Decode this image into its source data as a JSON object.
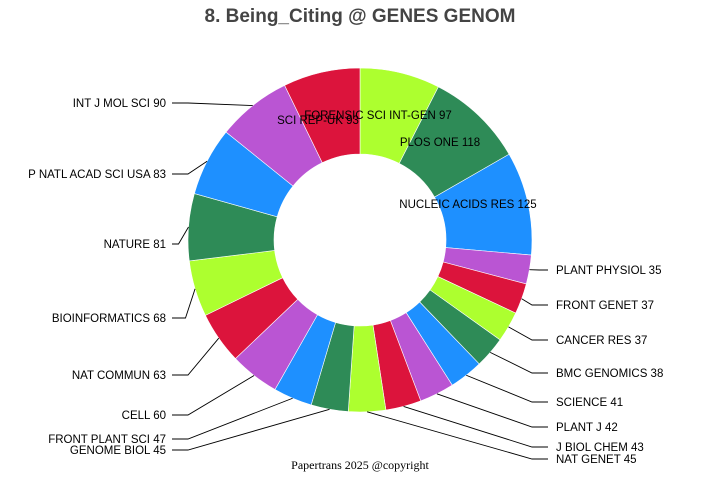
{
  "title": "8. Being_Citing @ GENES GENOM",
  "footer": "Papertrans 2025 @copyright",
  "chart_data": {
    "type": "pie",
    "variant": "donut",
    "start": "top, clockwise",
    "series": [
      {
        "label": "FORENSIC SCI INT-GEN 97",
        "value": 97,
        "color": "#adff2f"
      },
      {
        "label": "PLOS ONE 118",
        "value": 118,
        "color": "#2e8b57"
      },
      {
        "label": "NUCLEIC ACIDS RES 125",
        "value": 125,
        "color": "#1e90ff"
      },
      {
        "label": "PLANT PHYSIOL 35",
        "value": 35,
        "color": "#ba55d3"
      },
      {
        "label": "FRONT GENET 37",
        "value": 37,
        "color": "#dc143c"
      },
      {
        "label": "CANCER RES 37",
        "value": 37,
        "color": "#adff2f"
      },
      {
        "label": "BMC GENOMICS 38",
        "value": 38,
        "color": "#2e8b57"
      },
      {
        "label": "SCIENCE 41",
        "value": 41,
        "color": "#1e90ff"
      },
      {
        "label": "PLANT J 42",
        "value": 42,
        "color": "#ba55d3"
      },
      {
        "label": "J BIOL CHEM 43",
        "value": 43,
        "color": "#dc143c"
      },
      {
        "label": "NAT GENET 45",
        "value": 45,
        "color": "#adff2f"
      },
      {
        "label": "GENOME BIOL 45",
        "value": 45,
        "color": "#2e8b57"
      },
      {
        "label": "FRONT PLANT SCI 47",
        "value": 47,
        "color": "#1e90ff"
      },
      {
        "label": "CELL 60",
        "value": 60,
        "color": "#ba55d3"
      },
      {
        "label": "NAT COMMUN 63",
        "value": 63,
        "color": "#dc143c"
      },
      {
        "label": "BIOINFORMATICS 68",
        "value": 68,
        "color": "#adff2f"
      },
      {
        "label": "NATURE 81",
        "value": 81,
        "color": "#2e8b57"
      },
      {
        "label": "P NATL ACAD SCI USA 83",
        "value": 83,
        "color": "#1e90ff"
      },
      {
        "label": "INT J MOL SCI 90",
        "value": 90,
        "color": "#ba55d3"
      },
      {
        "label": "SCI REP-UK 93",
        "value": 93,
        "color": "#dc143c"
      }
    ]
  }
}
